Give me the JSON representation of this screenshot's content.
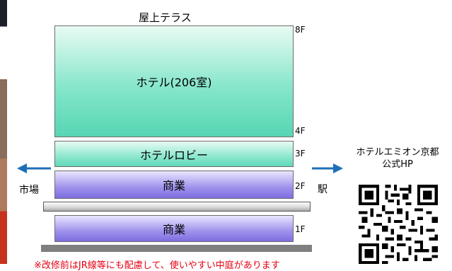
{
  "rooftop": "屋上テラス",
  "blocks": {
    "hotel": "ホテル(206室)",
    "lobby": "ホテルロビー",
    "commerce_2f": "商業",
    "commerce_1f": "商業"
  },
  "floors": [
    "8F",
    "4F",
    "3F",
    "2F",
    "1F"
  ],
  "left_label": "市場",
  "right_label": "駅",
  "qr_caption_line1": "ホテルエミオン京都",
  "qr_caption_line2": "公式HP",
  "note": "※改修前はJR線等にも配慮して、使いやすい中庭があります",
  "colors": {
    "hotel_green": "#56d6b3",
    "commerce_purple": "#7c6ee0",
    "arrow_blue": "#1f6fb8",
    "note_red": "#e60012"
  }
}
